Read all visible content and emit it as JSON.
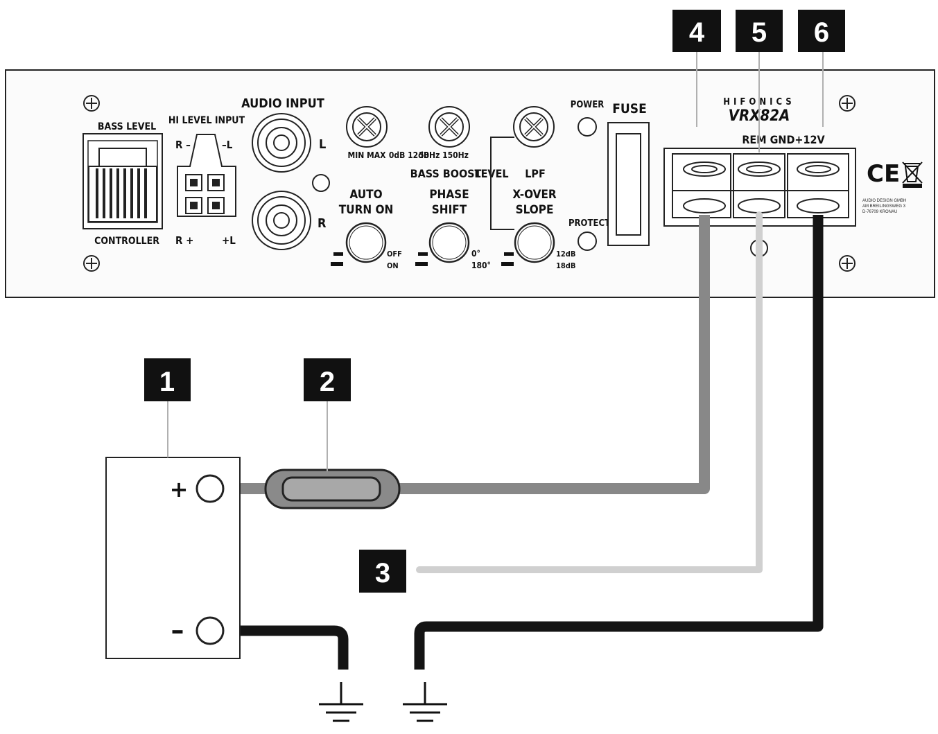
{
  "panel": {
    "bass_level": "BASS LEVEL",
    "controller": "CONTROLLER",
    "hi_level_input": "HI LEVEL INPUT",
    "r_minus": "R –",
    "minus_l": "–L",
    "r_plus": "R +",
    "plus_l": "+L",
    "audio_input": "AUDIO INPUT",
    "l": "L",
    "r": "R",
    "bass_knob_scale": "MIN MAX",
    "boost_knob_scale_a": "0dB 12dB",
    "boost_knob_scale_b": "50Hz 150Hz",
    "bass_boost": "BASS BOOST",
    "level": "LEVEL",
    "lpf": "LPF",
    "auto_turn_on_1": "AUTO",
    "auto_turn_on_2": "TURN ON",
    "off": "OFF",
    "on": "ON",
    "phase_shift_1": "PHASE",
    "phase_shift_2": "SHIFT",
    "deg_0": "0°",
    "deg_180": "180°",
    "xover_1": "X-OVER",
    "xover_2": "SLOPE",
    "db_12": "12dB",
    "db_18": "18dB",
    "power": "POWER",
    "protect": "PROTECT",
    "fuse": "FUSE",
    "brand": "HIFONICS",
    "model": "VRX82A",
    "terminals": "REM GND+12V",
    "ce": "CE",
    "address_1": "AUDIO DESIGN GMBH",
    "address_2": "AM BREILINGSWEG 3",
    "address_3": "D-76709 KRONAU"
  },
  "callouts": [
    "1",
    "2",
    "3",
    "4",
    "5",
    "6"
  ],
  "battery": {
    "plus": "+",
    "minus": "–"
  },
  "colors": {
    "power_wire": "#8a8a8a",
    "remote_wire": "#d0d0d0",
    "ground_wire": "#141414",
    "badge": "#111111"
  },
  "icons": [
    "screw-icon",
    "ground-icon",
    "weee-bin-icon",
    "ce-mark-icon"
  ]
}
